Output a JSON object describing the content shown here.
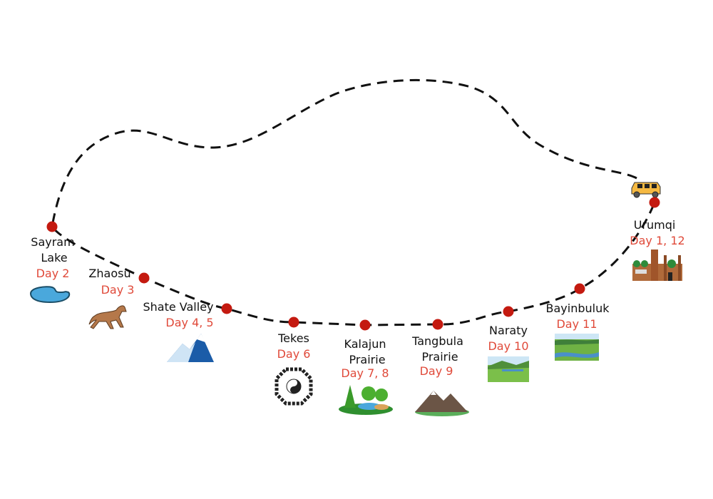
{
  "colors": {
    "route": "#111111",
    "stop_marker": "#c41a10",
    "day_label": "#e04a3a",
    "name_label": "#111111"
  },
  "vehicle_icon": "van-icon",
  "stops": [
    {
      "name": [
        "Urumqi"
      ],
      "day": "Day 1, 12",
      "icon": "mosque-icon"
    },
    {
      "name": [
        "Sayram",
        "Lake"
      ],
      "day": "Day 2",
      "icon": "lake-icon"
    },
    {
      "name": [
        "Zhaosu"
      ],
      "day": "Day 3",
      "icon": "horse-icon"
    },
    {
      "name": [
        "Shate Valley"
      ],
      "day": "Day 4, 5",
      "icon": "snow-mountain-icon"
    },
    {
      "name": [
        "Tekes"
      ],
      "day": "Day 6",
      "icon": "bagua-icon"
    },
    {
      "name": [
        "Kalajun",
        "Prairie"
      ],
      "day": "Day 7, 8",
      "icon": "forest-lake-icon"
    },
    {
      "name": [
        "Tangbula",
        "Prairie"
      ],
      "day": "Day 9",
      "icon": "mountain-icon"
    },
    {
      "name": [
        "Naraty"
      ],
      "day": "Day 10",
      "icon": "grassland-icon"
    },
    {
      "name": [
        "Bayinbuluk"
      ],
      "day": "Day 11",
      "icon": "river-meadow-icon"
    }
  ]
}
